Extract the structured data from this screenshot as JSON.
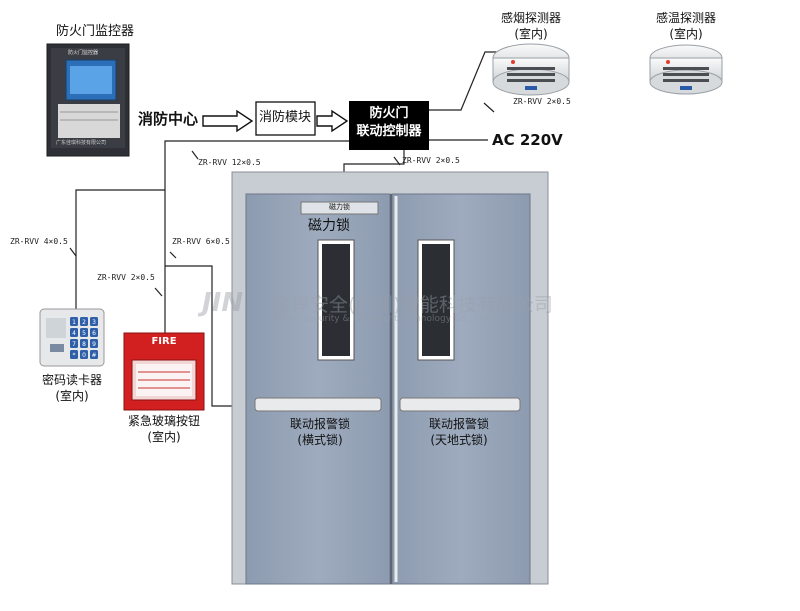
{
  "labels": {
    "monitor_title": "防火门监控器",
    "monitor_screen": "防火门监控器",
    "monitor_footer": "广东佳琪科技有限公司",
    "fire_center": "消防中心",
    "fire_module": "消防模块",
    "controller_line1": "防火门",
    "controller_line2": "联动控制器",
    "ac": "AC 220V",
    "smoke_name": "感烟探测器",
    "smoke_loc": "(室内)",
    "heat_name": "感温探测器",
    "heat_loc": "(室内)",
    "maglock_plate": "磁力锁",
    "maglock": "磁力锁",
    "card_name": "密码读卡器",
    "card_loc": "(室内)",
    "glass_name": "紧急玻璃按钮",
    "glass_loc": "(室内)",
    "fire_header": "FIRE",
    "left_lock_name": "联动报警锁",
    "left_lock_type": "(横式锁)",
    "right_lock_name": "联动报警锁",
    "right_lock_type": "(天地式锁)",
    "watermark_cn": "金捍安全(广州)智能科技有限公司",
    "watermark_logo": "JIN",
    "watermark_en": "Jinhan Security & Intelligent Technology Co., Ltd."
  },
  "cables": {
    "detector": "ZR-RVV 2×0.5",
    "main": "ZR-RVV 12×0.5",
    "maglock": "ZR-RVV 2×0.5",
    "card": "ZR-RVV 4×0.5",
    "lock": "ZR-RVV 6×0.5",
    "glass": "ZR-RVV 2×0.5"
  },
  "keypad_keys": [
    "1",
    "2",
    "3",
    "4",
    "5",
    "6",
    "7",
    "8",
    "9",
    "*",
    "0",
    "#"
  ]
}
